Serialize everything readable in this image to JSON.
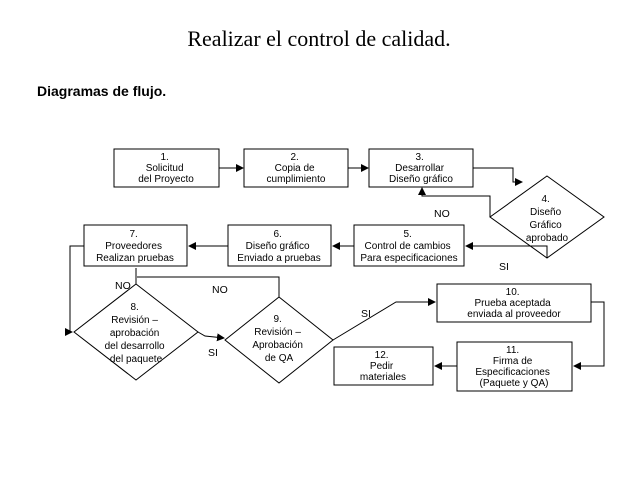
{
  "title": "Realizar el control de calidad.",
  "subtitle": "Diagramas de flujo.",
  "nodes": {
    "n1": [
      "1.",
      "Solicitud",
      "del Proyecto"
    ],
    "n2": [
      "2.",
      "Copia de",
      "cumplimiento"
    ],
    "n3": [
      "3.",
      "Desarrollar",
      "Diseño gráfico"
    ],
    "n4": [
      "4.",
      "Diseño",
      "Gráfico",
      "aprobado"
    ],
    "n5": [
      "5.",
      "Control de cambios",
      "Para especificaciones"
    ],
    "n6": [
      "6.",
      "Diseño gráfico",
      "Enviado a pruebas"
    ],
    "n7": [
      "7.",
      "Proveedores",
      "Realizan pruebas"
    ],
    "n8": [
      "8.",
      "Revisión –",
      "aprobación",
      "del desarrollo",
      "del paquete"
    ],
    "n9": [
      "9.",
      "Revisión –",
      "Aprobación",
      "de QA"
    ],
    "n10": [
      "10.",
      "Prueba aceptada",
      "enviada al proveedor"
    ],
    "n11": [
      "11.",
      "Firma de",
      "Especificaciones",
      "(Paquete y QA)"
    ],
    "n12": [
      "12.",
      "Pedir",
      "materiales"
    ]
  },
  "edge_labels": {
    "no_4": "NO",
    "si_4": "SI",
    "no_8": "NO",
    "no_9": "NO",
    "si_8": "SI",
    "si_9": "SI"
  }
}
